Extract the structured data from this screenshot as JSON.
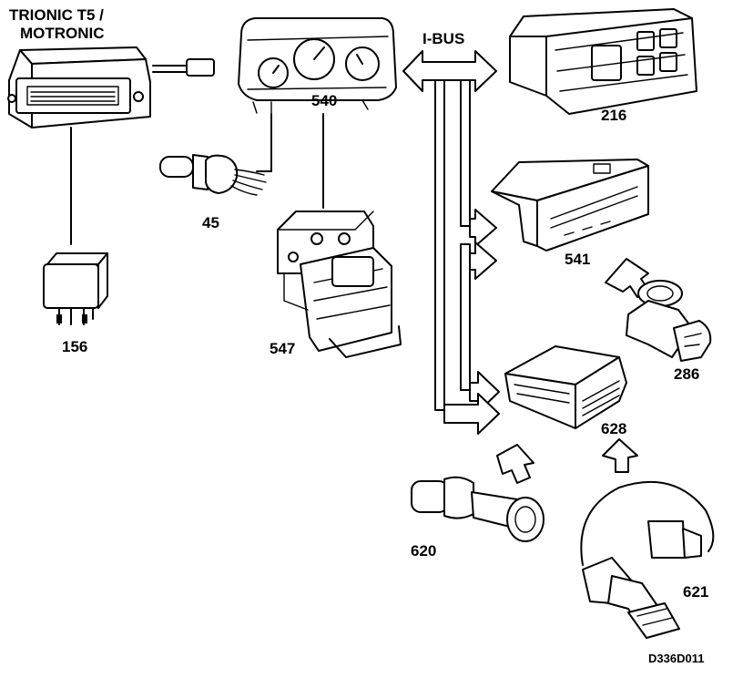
{
  "labels": {
    "ecu_line1": "TRIONIC T5 /",
    "ecu_line2": "MOTRONIC",
    "bus": "I-BUS",
    "p540": "540",
    "p216": "216",
    "p45": "45",
    "p156": "156",
    "p547": "547",
    "p541": "541",
    "p286": "286",
    "p628": "628",
    "p620": "620",
    "p621": "621",
    "ref": "D336D011"
  }
}
